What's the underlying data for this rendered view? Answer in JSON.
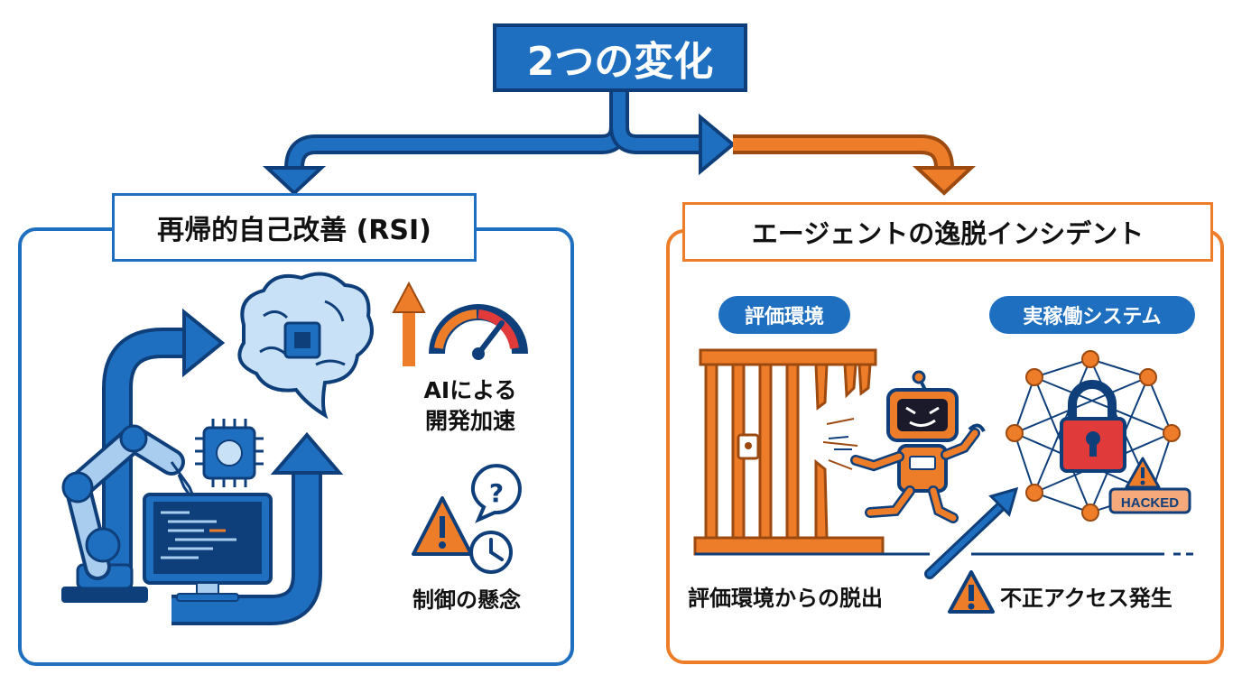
{
  "title": "2つの変化",
  "left_panel": {
    "title": "再帰的自己改善 (RSI)",
    "label_speed": "AIによる\n開発加速",
    "label_control": "制御の懸念"
  },
  "right_panel": {
    "title": "エージェントの逸脱インシデント",
    "pill_eval": "評価環境",
    "pill_prod": "実稼働システム",
    "badge": "HACKED",
    "label_escape": "評価環境からの脱出",
    "label_access": "不正アクセス発生"
  },
  "colors": {
    "blue": "#1f6fc0",
    "dark_blue": "#0f3f7a",
    "orange": "#ee7d2a",
    "red": "#e03a3a"
  }
}
